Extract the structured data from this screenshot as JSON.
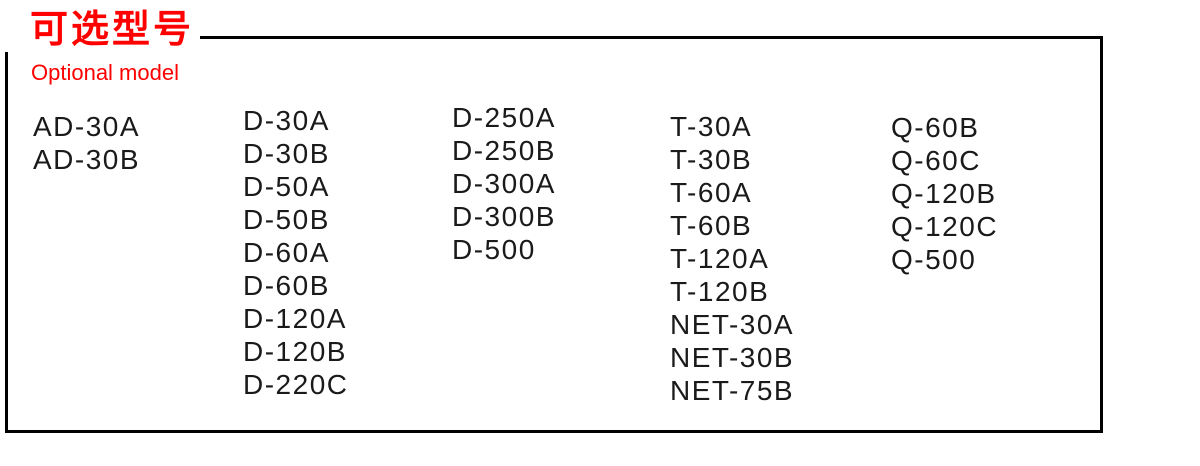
{
  "title": {
    "zh": "可选型号",
    "en": "Optional model"
  },
  "colors": {
    "accent_red": "#ff0000",
    "text": "#1a1a1a",
    "border": "#000000",
    "background": "#ffffff"
  },
  "columns": [
    {
      "models": [
        "AD-30A",
        "AD-30B"
      ]
    },
    {
      "models": [
        "D-30A",
        "D-30B",
        "D-50A",
        "D-50B",
        "D-60A",
        "D-60B",
        "D-120A",
        "D-120B",
        "D-220C"
      ]
    },
    {
      "models": [
        "D-250A",
        "D-250B",
        "D-300A",
        "D-300B",
        "D-500"
      ]
    },
    {
      "models": [
        "T-30A",
        "T-30B",
        "T-60A",
        "T-60B",
        "T-120A",
        "T-120B",
        "NET-30A",
        "NET-30B",
        "NET-75B"
      ]
    },
    {
      "models": [
        "Q-60B",
        "Q-60C",
        "Q-120B",
        "Q-120C",
        "Q-500"
      ]
    }
  ]
}
